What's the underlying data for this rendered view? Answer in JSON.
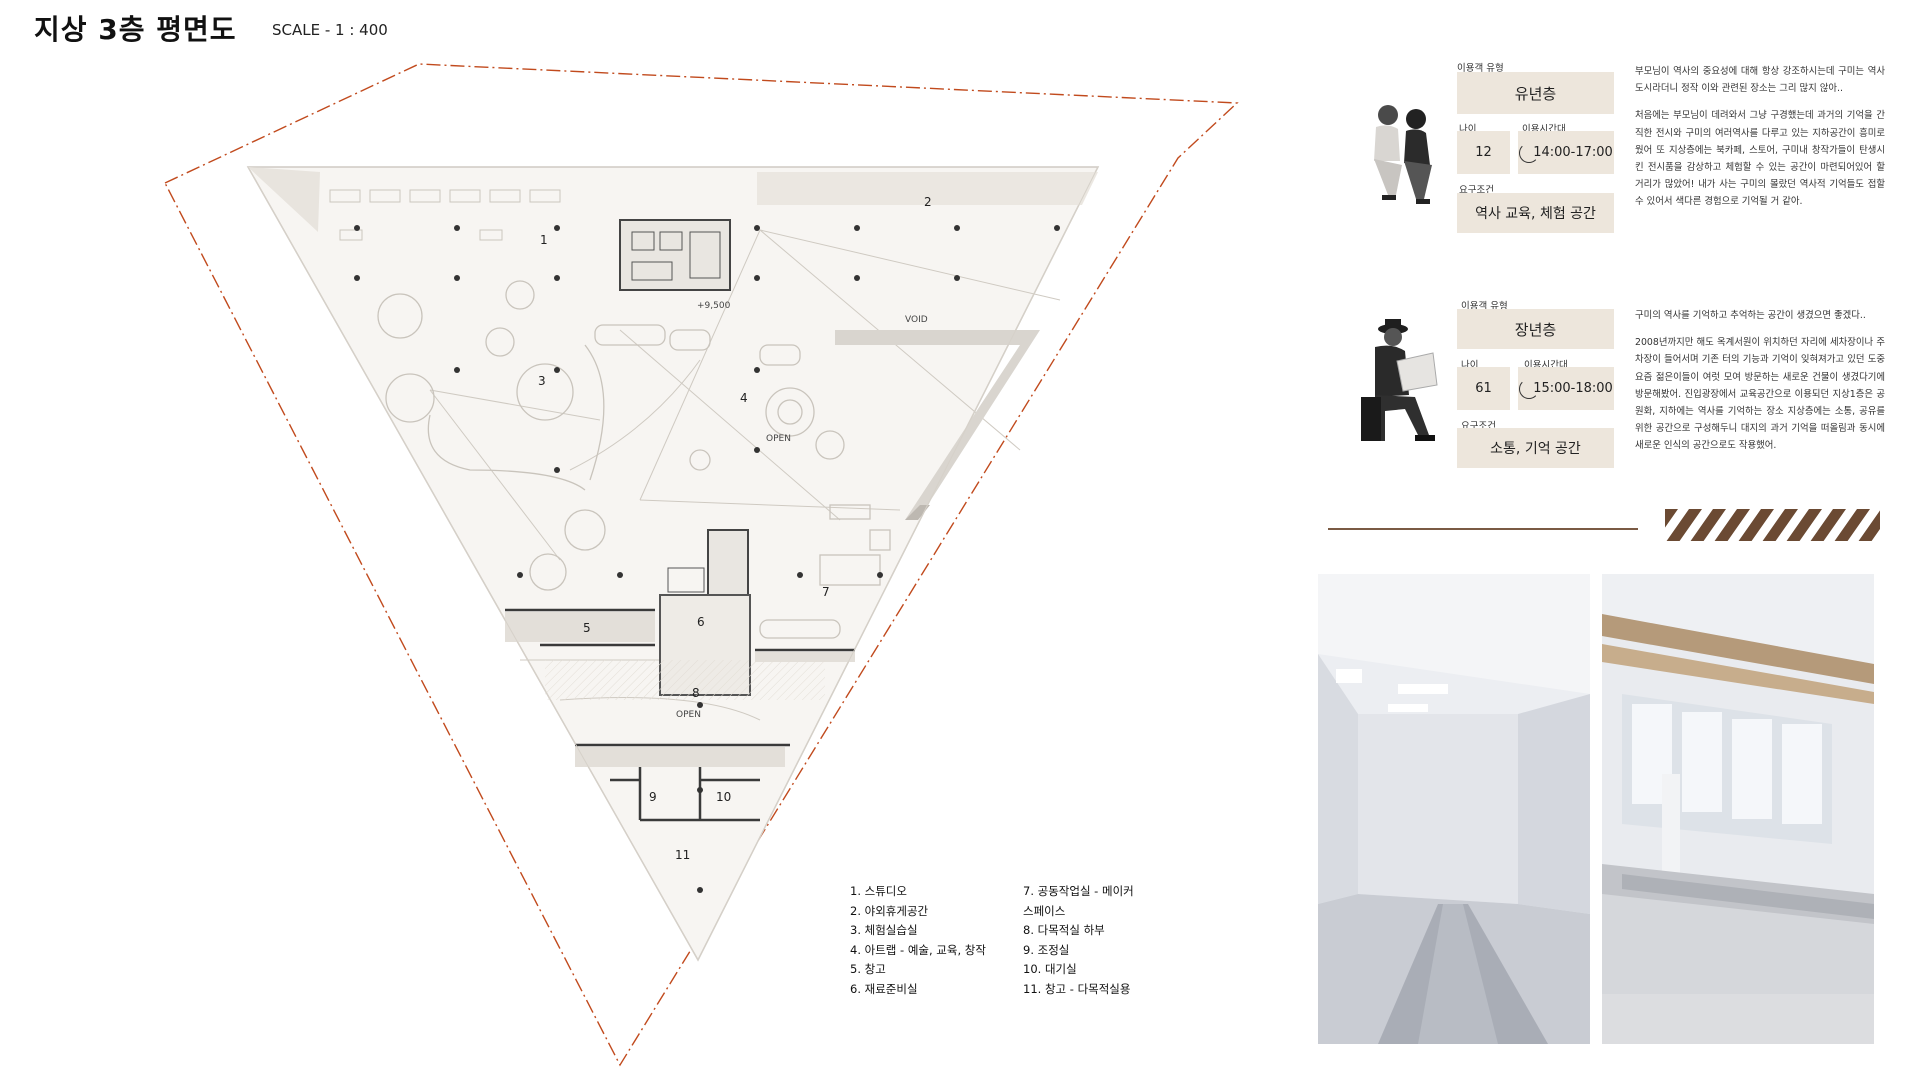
{
  "title": "지상 3층 평면도",
  "scale": "SCALE - 1 : 400",
  "plan_labels": {
    "r1": "1",
    "r2": "2",
    "r3": "3",
    "r4": "4",
    "r5": "5",
    "r6": "6",
    "r7": "7",
    "r8": "8",
    "r9": "9",
    "r10": "10",
    "r11": "11",
    "level": "+9,500",
    "void": "VOID",
    "open1": "OPEN",
    "open2": "OPEN"
  },
  "legend": {
    "col1": [
      "1. 스튜디오",
      "2. 야외휴게공간",
      "3. 체험실습실",
      "4. 아트랩 - 예술, 교육, 창작",
      "5. 창고",
      "6. 재료준비실"
    ],
    "col2": [
      "7. 공동작업실 - 메이커",
      "스페이스",
      "8. 다목적실 하부",
      "9. 조정실",
      "10. 대기실",
      "11. 창고 - 다목적실용"
    ]
  },
  "personas": [
    {
      "type_label": "이용객 유형",
      "type": "유년층",
      "age_label": "나이",
      "age": "12",
      "time_label": "이용시간대",
      "time": "14:00-17:00",
      "req_label": "요구조건",
      "req": "역사 교육, 체험 공간",
      "text": [
        "부모님이 역사의 중요성에 대해 항상 강조하시는데 구미는 역사도시라더니 정작 이와 관련된 장소는 그리 많지 않아..",
        "처음에는 부모님이 데려와서 그냥 구경했는데 과거의 기억을 간직한 전시와 구미의 여러역사를 다루고 있는 지하공간이 흥미로웠어 또 지상층에는 북카페, 스토어, 구미내 창작가들이 탄생시킨 전시품을 감상하고 체험할 수 있는 공간이 마련되어있어 할 거리가 많았어! 내가 사는 구미의 몰랐던 역사적 기억들도 접할 수 있어서 색다른 경험으로 기억될 거 같아."
      ]
    },
    {
      "type_label": "이용객 유형",
      "type": "장년층",
      "age_label": "나이",
      "age": "61",
      "time_label": "이용시간대",
      "time": "15:00-18:00",
      "req_label": "요구조건",
      "req": "소통, 기억 공간",
      "text": [
        "구미의 역사를 기억하고 추억하는 공간이 생겼으면 좋겠다..",
        "2008년까지만 해도 옥계서원이 위치하던 자리에 세차장이나 주차장이 들어서며 기존 터의 기능과 기억이 잊혀져가고 있던 도중 요즘 젊은이들이 여럿 모여 방문하는 새로운 건물이 생겼다기에 방문해봤어. 진입광장에서 교육공간으로 이용되던 지상1층은 공원화, 지하에는 역사를 기억하는 장소 지상층에는 소통, 공유를 위한 공간으로 구성해두니 대지의 과거 기억을 떠올림과 동시에 새로운 인식의 공간으로도 작용했어."
      ]
    }
  ],
  "colors": {
    "accent": "#b5471c",
    "box": "#ede6dc",
    "stripe": "#6b4a33"
  }
}
